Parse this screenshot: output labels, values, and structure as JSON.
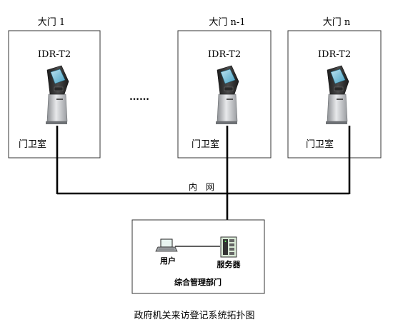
{
  "gates": [
    {
      "title": "大门 1",
      "device": "IDR-T2",
      "room": "门卫室"
    },
    {
      "title": "大门 n-1",
      "device": "IDR-T2",
      "room": "门卫室"
    },
    {
      "title": "大门 n",
      "device": "IDR-T2",
      "room": "门卫室"
    }
  ],
  "ellipsis": "……",
  "network_label": "内　网",
  "management": {
    "department": "综合管理部门",
    "user": "用户",
    "server": "服务器"
  },
  "caption": "政府机关来访登记系统拓扑图"
}
